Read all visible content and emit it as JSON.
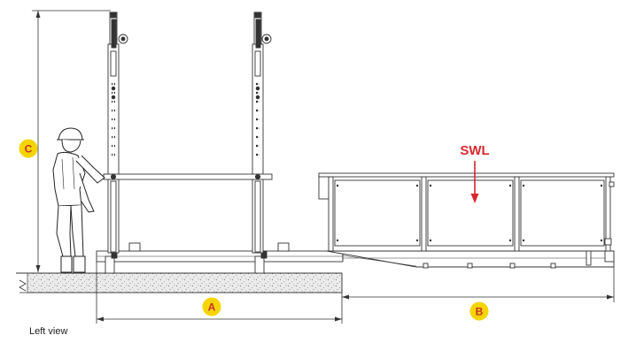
{
  "labels": {
    "dim_a": "A",
    "dim_b": "B",
    "dim_c": "C",
    "swl": "SWL",
    "caption": "Left view"
  },
  "colors": {
    "badge_fill": "#f5d400",
    "badge_text": "#c8302d",
    "swl": "#d9272e",
    "line": "#333333",
    "ground": "#e9e9e9"
  }
}
